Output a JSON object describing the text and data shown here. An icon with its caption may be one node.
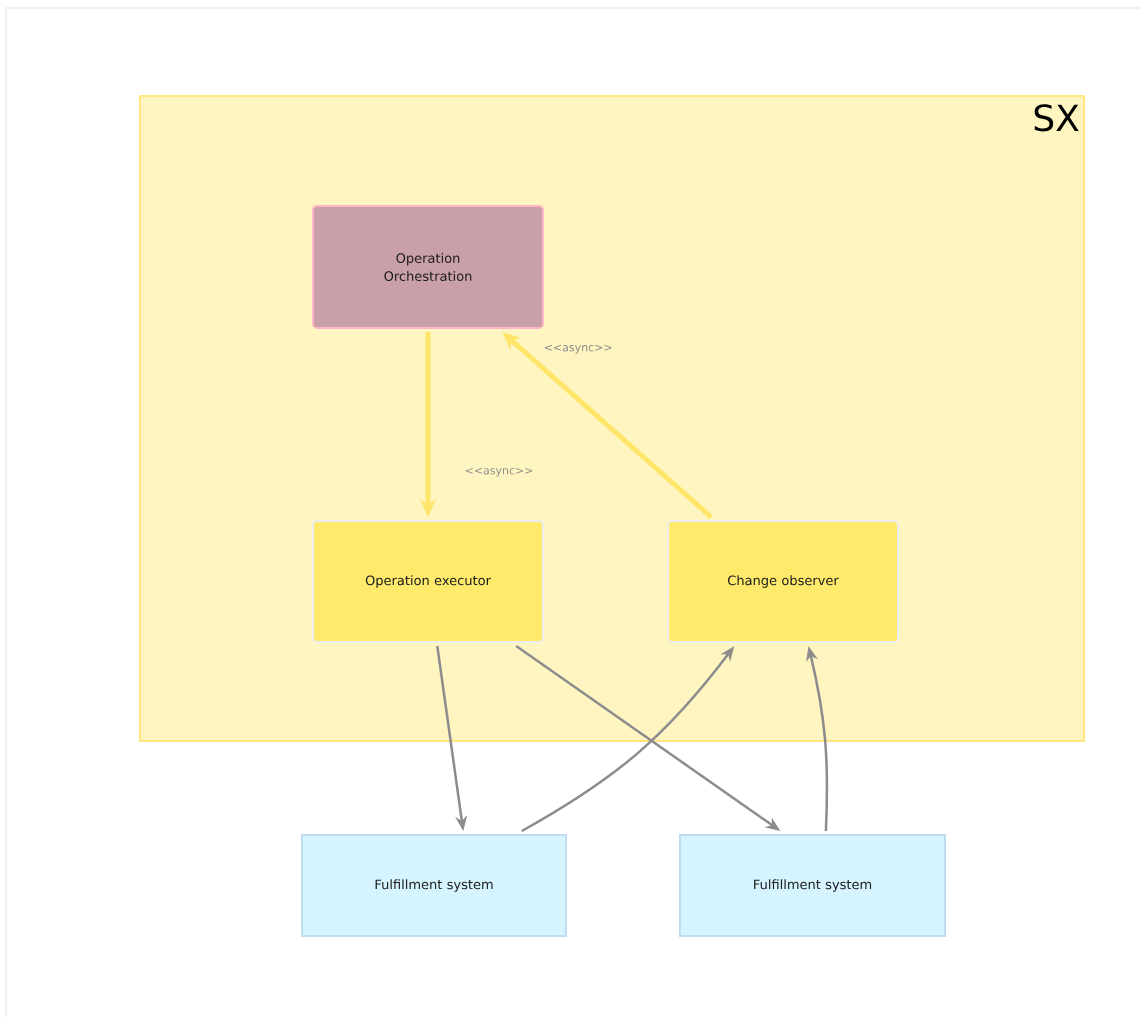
{
  "diagram": {
    "nodes": [
      {
        "text": [
          "SX"
        ]
      },
      {
        "text": [
          "Operation Orchestration"
        ],
        "in": 0
      },
      {
        "text": [
          "Operation executor"
        ],
        "in": 0
      },
      {
        "text": [
          "Change observer"
        ],
        "in": 0
      },
      {
        "text": [
          "Fulfillment system"
        ]
      },
      {
        "text": [
          "Fulfillment system"
        ]
      }
    ],
    "edges": [
      {
        "from": 1,
        "to": 2,
        "arrow": "to",
        "label": "<<async>>",
        "style": "thick",
        "color": "#ffe66b"
      },
      {
        "from": 3,
        "to": 1,
        "arrow": "to",
        "label": "<<async>>",
        "style": "thick",
        "color": "#ffe66b"
      },
      {
        "from": 2,
        "to": 4,
        "arrow": "to"
      },
      {
        "from": 2,
        "to": 5,
        "arrow": "to"
      },
      {
        "from": 4,
        "to": 3,
        "arrow": "to"
      },
      {
        "from": 5,
        "to": 3,
        "arrow": "to"
      }
    ]
  }
}
